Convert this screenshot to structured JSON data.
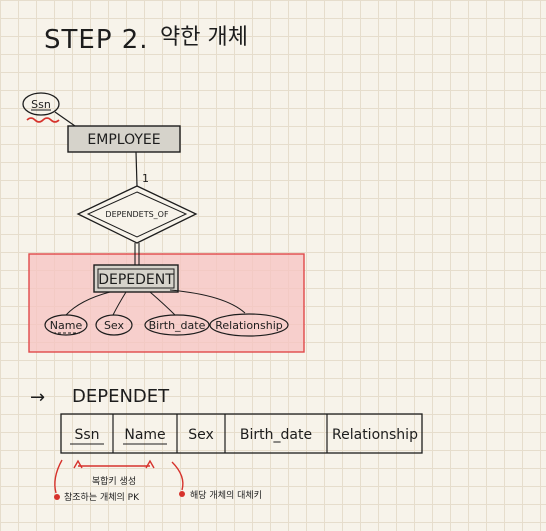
{
  "header": {
    "step": "STEP 2.",
    "title": "약한 개체"
  },
  "diagram": {
    "owner_key_attr": "Ssn",
    "owner_entity": "EMPLOYEE",
    "relationship": "DEPENDETS_OF",
    "cardinality_owner": "1",
    "weak_entity": "DEPEDENT",
    "attributes": [
      "Name",
      "Sex",
      "Birth_date",
      "Relationship"
    ]
  },
  "relation": {
    "arrow": "→",
    "name": "DEPENDET",
    "columns": [
      "Ssn",
      "Name",
      "Sex",
      "Birth_date",
      "Relationship"
    ]
  },
  "notes": {
    "composite_key": "복합키 생성",
    "owner_pk": "참조하는 개체의 PK",
    "partial_key": "해당 개체의 대체키"
  },
  "colors": {
    "highlight_fill": "#f7c3c1",
    "highlight_border": "#e0494a",
    "entity_fill": "#d6d3cb",
    "annotation_red": "#d6322c"
  }
}
